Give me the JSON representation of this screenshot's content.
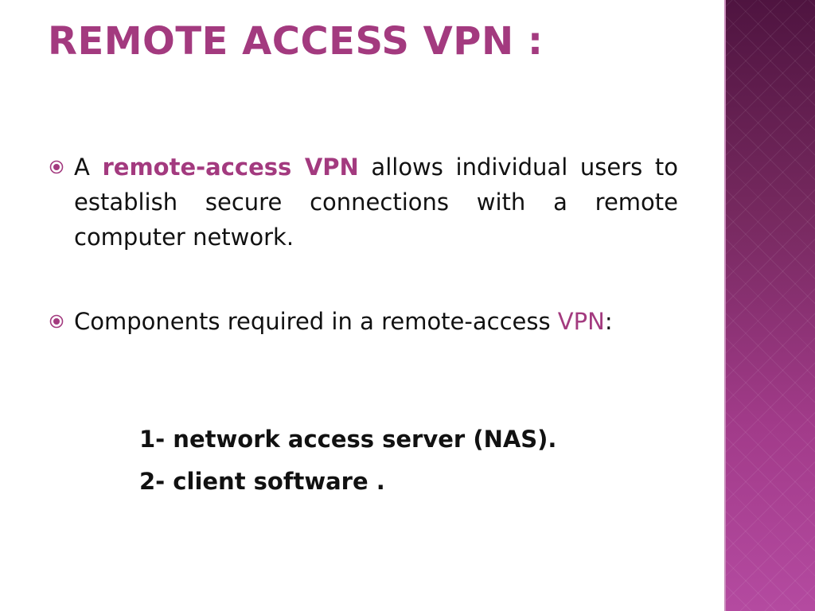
{
  "title": "REMOTE ACCESS VPN :",
  "bullets": [
    {
      "icon": "radio-circle-icon",
      "parts": [
        "A ",
        "remote-access VPN",
        " allows individual users to establish secure connections with a remote computer network."
      ]
    },
    {
      "icon": "radio-circle-icon",
      "parts": [
        "Components required in a remote-access ",
        "VPN",
        ":"
      ]
    }
  ],
  "components": [
    "1- network access server (NAS).",
    "2- client software ."
  ],
  "colors": {
    "accent": "#a33a7f",
    "text": "#111111",
    "band_top": "#4f1440",
    "band_bottom": "#b44aa0"
  }
}
